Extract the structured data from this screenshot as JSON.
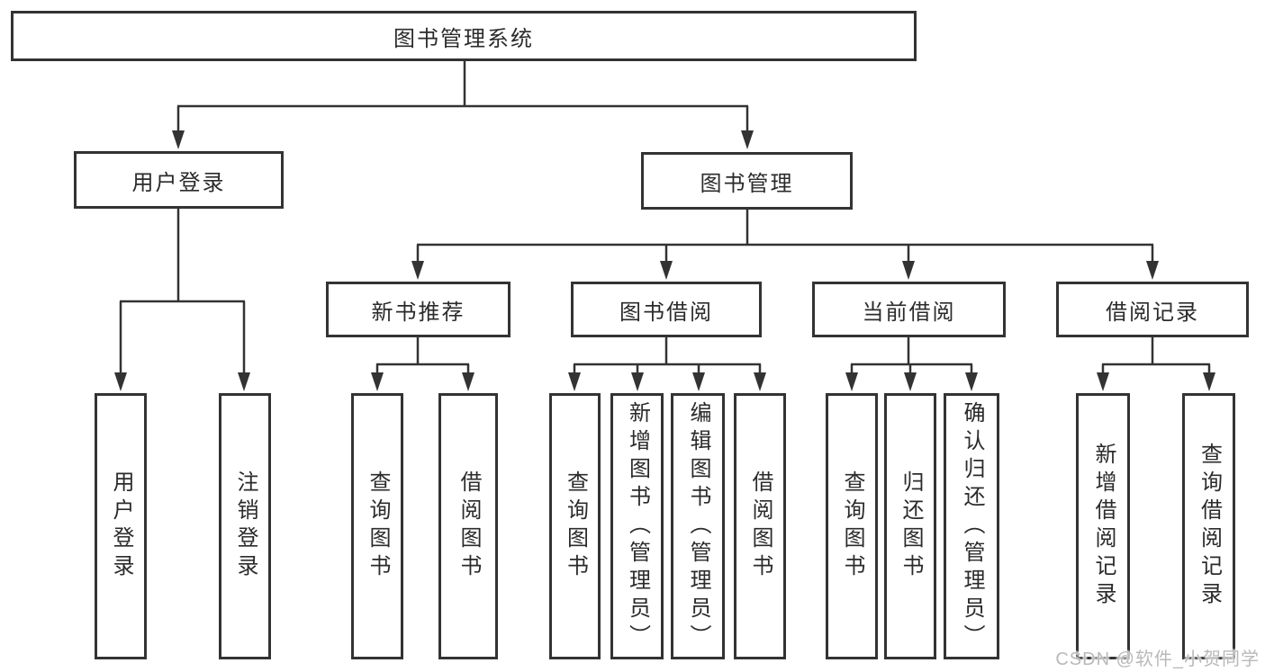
{
  "diagram": {
    "root": {
      "label": "图书管理系统"
    },
    "level2": [
      {
        "label": "用户登录"
      },
      {
        "label": "图书管理"
      }
    ],
    "level3": [
      {
        "label": "新书推荐"
      },
      {
        "label": "图书借阅"
      },
      {
        "label": "当前借阅"
      },
      {
        "label": "借阅记录"
      }
    ],
    "leaves": {
      "user_login": [
        "用户登录",
        "注销登录"
      ],
      "new_book": [
        "查询图书",
        "借阅图书"
      ],
      "book_borrow": [
        "查询图书",
        "新增图书（管理员）",
        "编辑图书（管理员）",
        "借阅图书"
      ],
      "current_borrow": [
        "查询图书",
        "归还图书",
        "确认归还（管理员）"
      ],
      "borrow_records": [
        "新增借阅记录",
        "查询借阅记录"
      ]
    }
  },
  "watermark": {
    "text": "CSDN @软件_小贺同学"
  },
  "colors": {
    "line": "#333333",
    "box_border": "#333333",
    "text": "#2b2b2b",
    "watermark": "#b9b9b9",
    "background": "#ffffff"
  }
}
